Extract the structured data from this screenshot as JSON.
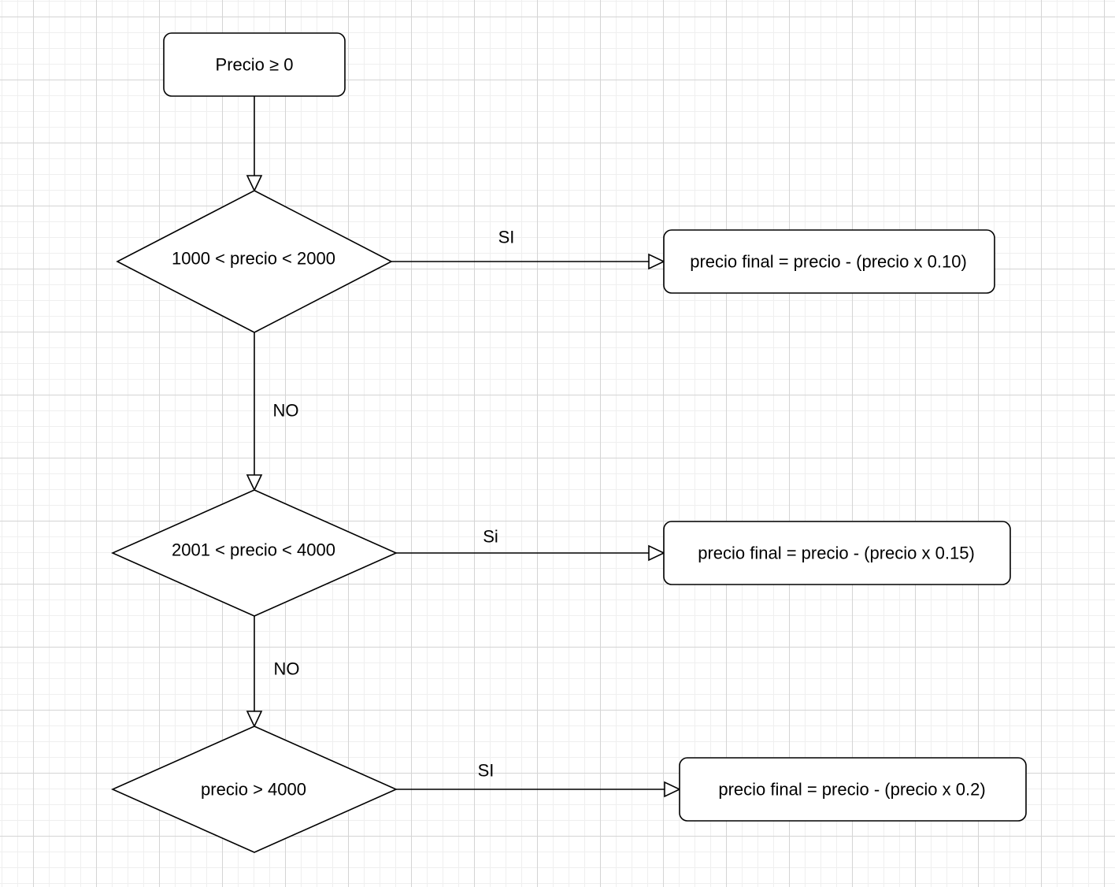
{
  "nodes": {
    "start": "Precio  ≥ 0",
    "cond1": "1000 <  precio < 2000",
    "cond2": "2001 < precio < 4000",
    "cond3": "precio > 4000",
    "result1": "precio final = precio - (precio x 0.10)",
    "result2": "precio final = precio - (precio x 0.15)",
    "result3": "precio final = precio - (precio x 0.2)"
  },
  "edges": {
    "cond1_yes": "SI",
    "cond1_no": "NO",
    "cond2_yes": "Si",
    "cond2_no": "NO",
    "cond3_yes": "SI"
  },
  "colors": {
    "stroke": "#000000",
    "fill": "#ffffff",
    "grid": "#d4d4d4"
  }
}
